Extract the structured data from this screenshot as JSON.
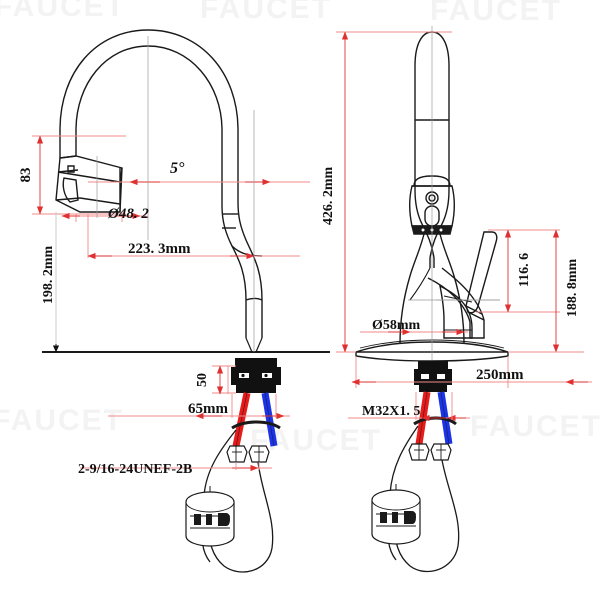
{
  "drawing": {
    "title": "Pull-down kitchen faucet dimensional drawing",
    "units": "mm",
    "views": [
      {
        "name": "front-view",
        "side": "left"
      },
      {
        "name": "side-view",
        "side": "right"
      }
    ]
  },
  "colors": {
    "outline": "#1a1a1a",
    "dimension": "#f08a8a",
    "dimension_arrow": "#e03030",
    "hot_line": "#e81b1b",
    "cold_line": "#1b34e8",
    "centerline": "#9a9a9a",
    "watermark": "#f3f3f3",
    "background": "#ffffff"
  },
  "dimensions": {
    "left_view": [
      {
        "name": "spout-head-height",
        "label": "83",
        "value": 83,
        "unit": "",
        "orientation": "vertical"
      },
      {
        "name": "spout-angle",
        "label": "5°",
        "value": 5,
        "unit": "deg",
        "orientation": "horizontal"
      },
      {
        "name": "spray-head-diameter",
        "label": "Ø48. 2",
        "value": 48.2,
        "unit": "",
        "orientation": "horizontal"
      },
      {
        "name": "spout-reach",
        "label": "223. 3mm",
        "value": 223.3,
        "unit": "mm",
        "orientation": "horizontal"
      },
      {
        "name": "spout-height",
        "label": "198. 2mm",
        "value": 198.2,
        "unit": "mm",
        "orientation": "vertical"
      },
      {
        "name": "shank-length",
        "label": "50",
        "value": 50,
        "unit": "",
        "orientation": "vertical"
      },
      {
        "name": "supply-spread",
        "label": "65mm",
        "value": 65,
        "unit": "mm",
        "orientation": "horizontal"
      },
      {
        "name": "mounting-thread",
        "label": "2-9/16-24UNEF-2B",
        "value": null,
        "unit": "",
        "orientation": "leader"
      }
    ],
    "right_view": [
      {
        "name": "overall-height",
        "label": "426. 2mm",
        "value": 426.2,
        "unit": "mm",
        "orientation": "vertical"
      },
      {
        "name": "handle-height",
        "label": "116. 6",
        "value": 116.6,
        "unit": "",
        "orientation": "vertical"
      },
      {
        "name": "handle-clearance",
        "label": "188. 8mm",
        "value": 188.8,
        "unit": "mm",
        "orientation": "vertical"
      },
      {
        "name": "base-diameter",
        "label": "Ø58mm",
        "value": 58,
        "unit": "mm",
        "orientation": "horizontal"
      },
      {
        "name": "deck-plate-length",
        "label": "250mm",
        "value": 250,
        "unit": "mm",
        "orientation": "horizontal"
      },
      {
        "name": "shank-thread",
        "label": "M32X1. 5",
        "value": null,
        "unit": "",
        "orientation": "horizontal"
      }
    ]
  },
  "components": {
    "spray_head": "pull-down spray head",
    "gooseneck": "curved spout arc",
    "handle": "single lever handle",
    "deck_plate": "escutcheon deck plate",
    "hot_hose": "hot water supply line",
    "cold_hose": "cold water supply line",
    "counterweight": "pull-down hose counterweight",
    "coupling_nut": "supply coupling nut"
  },
  "watermarks": [
    "FAUCET",
    "FAUCET",
    "FAUCET",
    "FAUCET",
    "FAUCET",
    "FAUCET"
  ]
}
